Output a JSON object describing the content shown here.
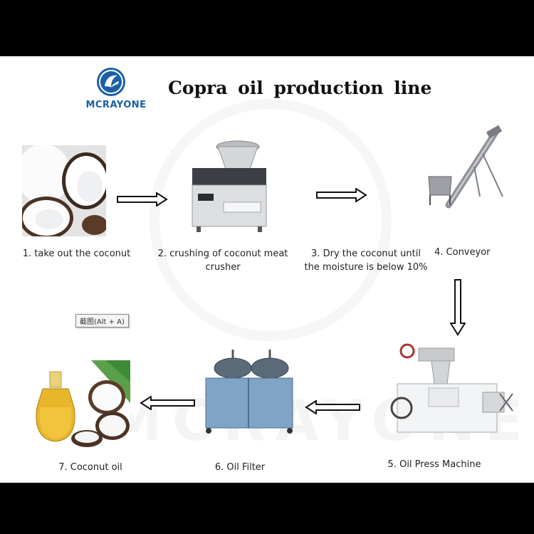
{
  "logo": {
    "text": "MCRAYONE",
    "icon": "brand-logo-icon",
    "color": "#1a5fa8"
  },
  "title": "Copra  oil  production  line",
  "watermark": "MCRAYONE",
  "tooltip": "截图(Alt + A)",
  "steps": [
    {
      "label": "1. take out the coconut",
      "image": "coconut-halves-photo"
    },
    {
      "label_line1": "2. crushing of coconut meat",
      "label_line2": "crusher",
      "image": "coconut-crusher-photo"
    },
    {
      "label_line1": "3. Dry the coconut until",
      "label_line2": "the moisture is below 10%",
      "image": ""
    },
    {
      "label": "4. Conveyor",
      "image": "screw-conveyor-photo"
    },
    {
      "label": "5. Oil Press Machine",
      "image": "oil-press-machine-photo"
    },
    {
      "label": "6. Oil Filter",
      "image": "oil-filter-photo"
    },
    {
      "label": "7. Coconut oil",
      "image": "coconut-oil-photo"
    }
  ],
  "arrows": [
    "arrow-right",
    "arrow-right",
    "arrow-down",
    "arrow-left",
    "arrow-left"
  ]
}
